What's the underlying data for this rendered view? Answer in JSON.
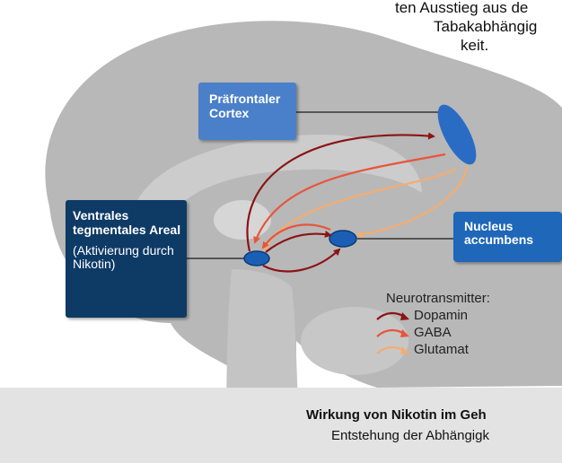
{
  "intro_text": {
    "line1": "ten Ausstieg aus de",
    "line2": "Tabakabhängig",
    "line3": "keit."
  },
  "labels": {
    "prefrontal_cortex": "Präfrontaler Cortex",
    "vta_title": "Ventrales tegmentales Areal",
    "vta_note": "(Aktivierung durch Nikotin)",
    "nucleus_accumbens": "Nucleus accumbens"
  },
  "legend": {
    "title": "Neurotransmitter:",
    "items": [
      {
        "label": "Dopamin",
        "color": "#8b1414"
      },
      {
        "label": "GABA",
        "color": "#e8553a"
      },
      {
        "label": "Glutamat",
        "color": "#f5ac6f"
      }
    ]
  },
  "footer": {
    "title": "Wirkung von Nikotin im Geh",
    "subtitle": "Entstehung der Abhängigk"
  },
  "colors": {
    "brain": "#b8b8b8",
    "brain_inner": "#cfcfcf",
    "region": "#2a6cc4",
    "footer_bg": "#e3e3e3",
    "box_pfc": "#4a80c9",
    "box_vta": "#0e3a66",
    "box_nac": "#1f67b8"
  }
}
